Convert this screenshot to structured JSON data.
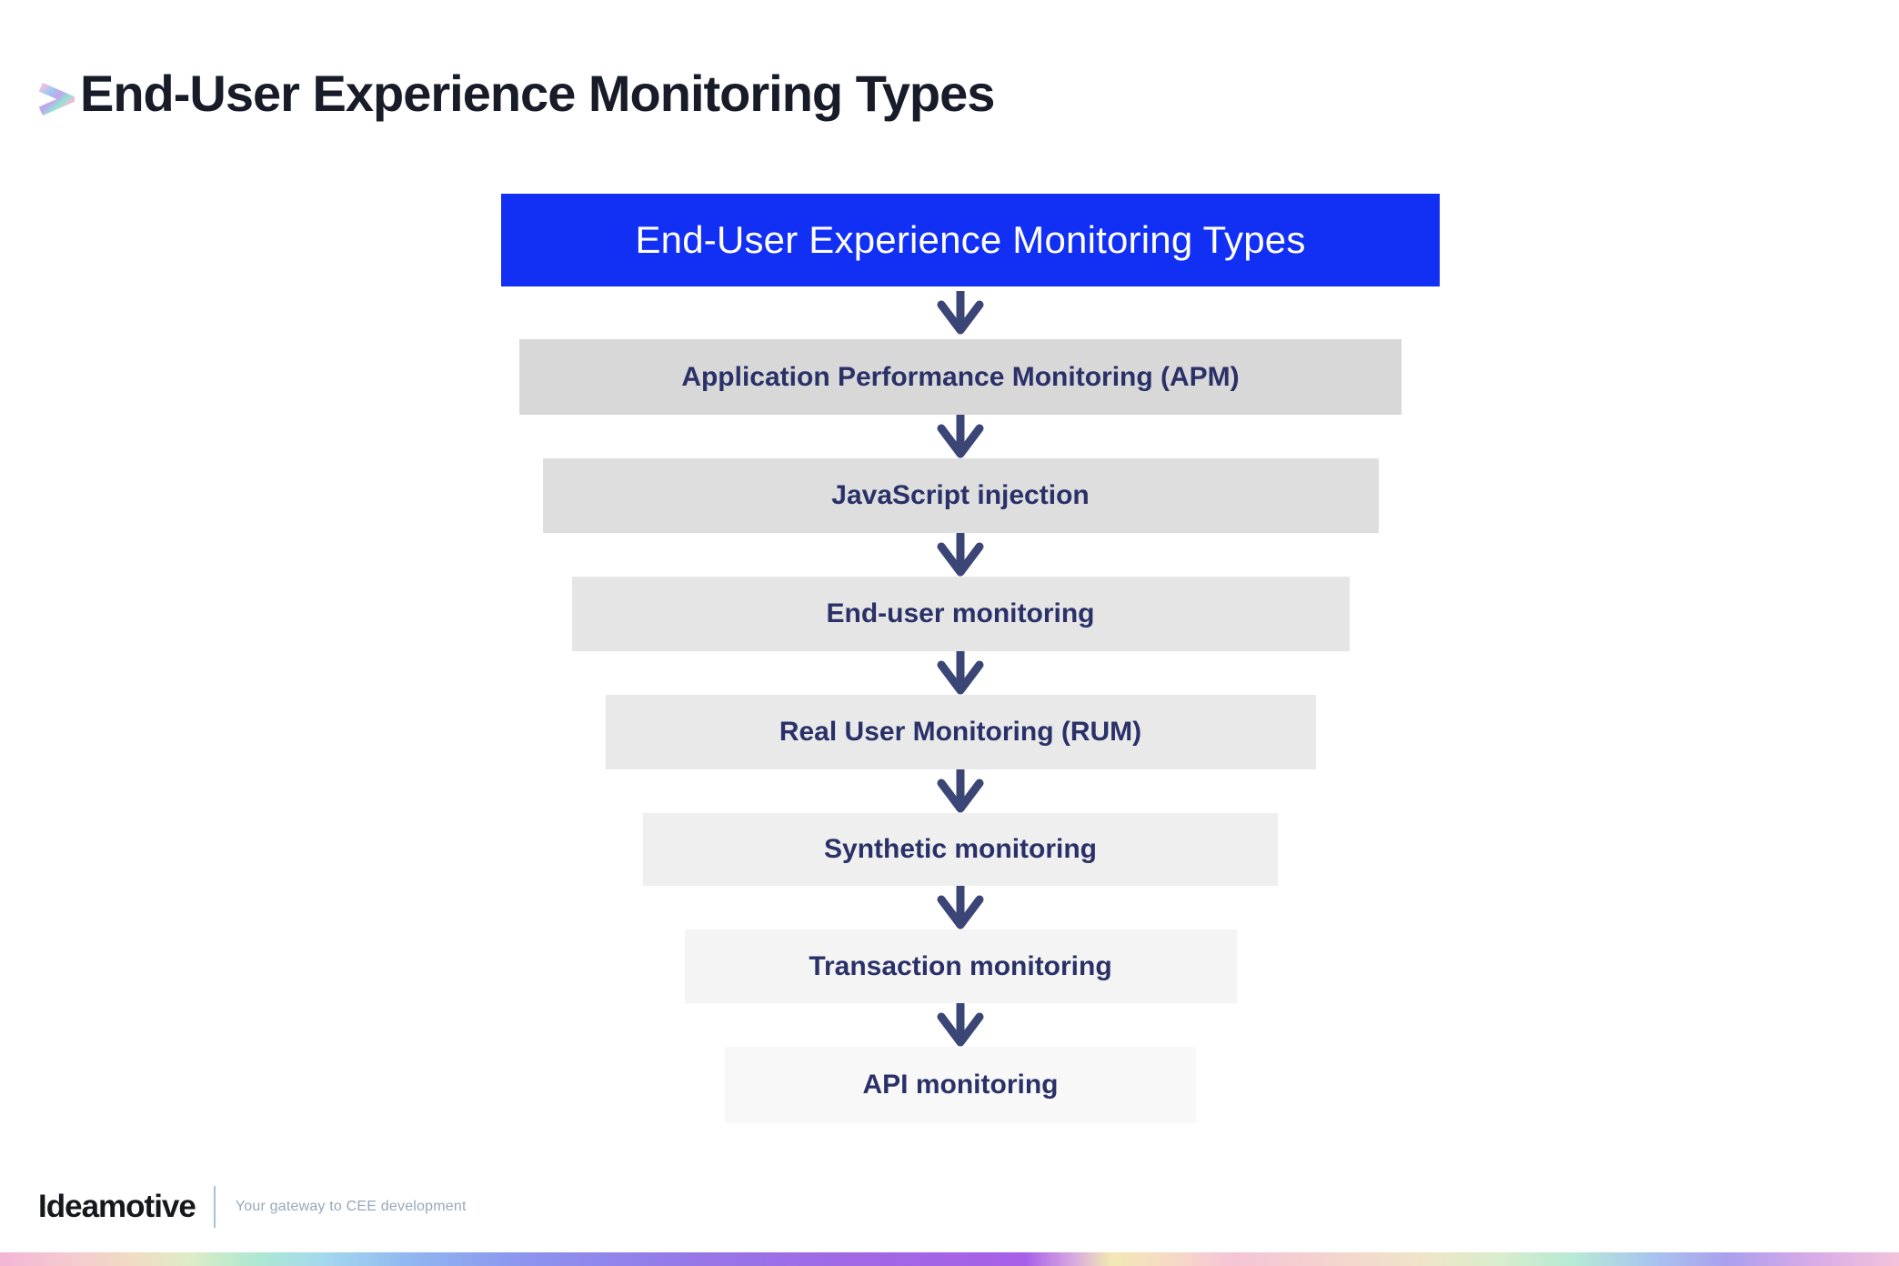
{
  "page": {
    "title": "End-User Experience Monitoring Types"
  },
  "diagram": {
    "header": {
      "label": "End-User Experience Monitoring Types",
      "bg": "#1230f3",
      "text_color": "#ffffff"
    },
    "nodes": [
      {
        "label": "Application Performance Monitoring (APM)",
        "bg": "#d8d8d8"
      },
      {
        "label": "JavaScript injection",
        "bg": "#dedede"
      },
      {
        "label": "End-user monitoring",
        "bg": "#e5e5e5"
      },
      {
        "label": "Real User Monitoring (RUM)",
        "bg": "#e9e9e9"
      },
      {
        "label": "Synthetic monitoring",
        "bg": "#efefef"
      },
      {
        "label": "Transaction monitoring",
        "bg": "#f4f4f4"
      },
      {
        "label": "API monitoring",
        "bg": "#f8f8f8"
      }
    ],
    "arrow_icon": "down-arrow",
    "arrow_color": "#3b4677",
    "node_text_color": "#2a3168"
  },
  "footer": {
    "brand": "Ideamotive",
    "tagline": "Your gateway to CEE development"
  },
  "colors": {
    "accent_blue": "#1230f3",
    "title_text": "#171c28",
    "node_text": "#2a3168",
    "arrow": "#3b4677",
    "tagline_text": "#97a8bc"
  }
}
